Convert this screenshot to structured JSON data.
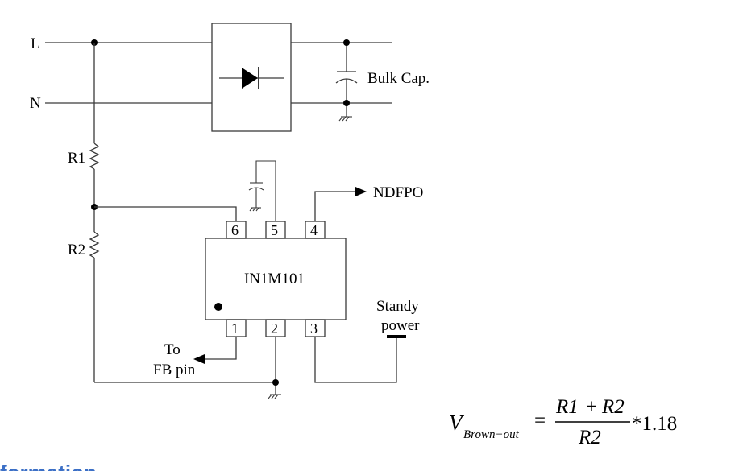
{
  "labels": {
    "line": "L",
    "neutral": "N",
    "bulk_cap": "Bulk Cap.",
    "r1": "R1",
    "r2": "R2",
    "ndfpo": "NDFPO",
    "chip": "IN1M101",
    "standby_line1": "Standy",
    "standby_line2": "power",
    "to_line1": "To",
    "to_line2": "FB pin"
  },
  "pins": {
    "p1": "1",
    "p2": "2",
    "p3": "3",
    "p4": "4",
    "p5": "5",
    "p6": "6"
  },
  "equation": {
    "v": "V",
    "subscript": "Brown−out",
    "numerator_r1": "R1",
    "plus": "+",
    "numerator_r2": "R2",
    "denominator": "R2",
    "equals": "=",
    "factor": "*1.18"
  },
  "footer": {
    "text": "formation"
  },
  "colors": {
    "wire": "#3a3a3a",
    "footer_blue": "#3b6fc6"
  }
}
